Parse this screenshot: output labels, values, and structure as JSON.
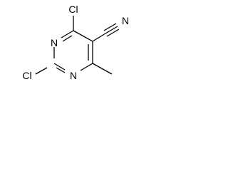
{
  "molecule": {
    "atoms": {
      "cl_top": "Cl",
      "n_top": "N",
      "n_bottom": "N",
      "cl_bottom": "Cl",
      "n_nitrile": "N"
    }
  }
}
